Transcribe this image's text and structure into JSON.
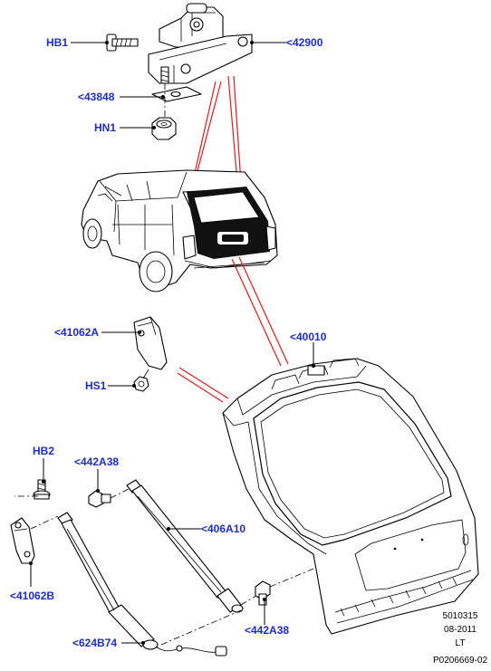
{
  "colors": {
    "label": "#1c2dc8",
    "highlight": "#e01b1b",
    "line": "#000000",
    "background": "#ffffff"
  },
  "labels": {
    "hb1": "HB1",
    "p42900": "<42900",
    "p43848": "<43848",
    "hn1": "HN1",
    "p41062a": "<41062A",
    "p40010": "<40010",
    "hs1": "HS1",
    "hb2": "HB2",
    "p442a38_top": "<442A38",
    "p406a10": "<406A10",
    "p41062b": "<41062B",
    "p442a38_bottom": "<442A38",
    "p624b74": "<624B74"
  },
  "footer": {
    "line1": "5010315",
    "line2": "08-2011",
    "line3": "LT",
    "line4": "P0206669-02"
  }
}
